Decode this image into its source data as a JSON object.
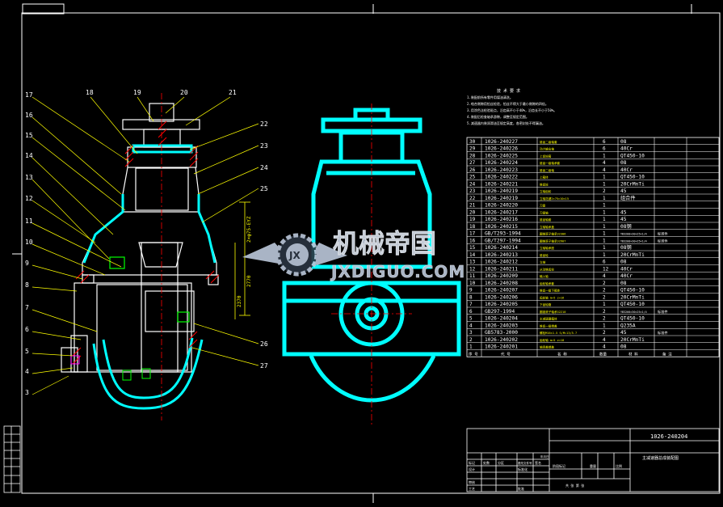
{
  "section_labels": [
    "17",
    "18",
    "19",
    "20",
    "21",
    "16",
    "15",
    "14",
    "13",
    "12",
    "11",
    "10",
    "9",
    "8",
    "7",
    "6",
    "5",
    "4",
    "3",
    "22",
    "23",
    "24",
    "25",
    "26",
    "27"
  ],
  "tech_notes": {
    "title": "技 术 要 求",
    "lines": [
      "1.装配前所有零件用煤油清洗。",
      "2.啮合侧隙用铅丝检验，铅丝不得大于最小侧隙的四倍。",
      "3.用涂色法检验斑点，沿齿高不小于40%，沿齿长不小于50%。",
      "4.装配后检查轴承游隙，调整至规定范围。",
      "5.减速器内装润滑油至规定高度，各密封处不得漏油。"
    ]
  },
  "bom_columns": {
    "no": "序 号",
    "code": "代 号",
    "name": "名 称",
    "qty": "数量",
    "material": "材 料",
    "note": "备 注"
  },
  "bom_rows": [
    {
      "no": "30",
      "code": "1026-240227",
      "name": "锥齿二级轴套",
      "qty": "6",
      "material": "08",
      "note": ""
    },
    {
      "no": "29",
      "code": "1026-240226",
      "name": "动力输出轴",
      "qty": "6",
      "material": "40Cr",
      "note": ""
    },
    {
      "no": "28",
      "code": "1026-240225",
      "name": "上齿轮箱",
      "qty": "1",
      "material": "QT450-10",
      "note": ""
    },
    {
      "no": "27",
      "code": "1026-240224",
      "name": "锥齿一级轴承套",
      "qty": "4",
      "material": "08",
      "note": ""
    },
    {
      "no": "26",
      "code": "1026-240223",
      "name": "锥齿二级轴",
      "qty": "4",
      "material": "40Cr",
      "note": ""
    },
    {
      "no": "25",
      "code": "1026-240222",
      "name": "上箱体",
      "qty": "1",
      "material": "QT450-10",
      "note": ""
    },
    {
      "no": "24",
      "code": "1026-240221",
      "name": "锥齿轮",
      "qty": "1",
      "material": "20CrMnTi",
      "note": ""
    },
    {
      "no": "23",
      "code": "1026-240219",
      "name": "立轴齿轮",
      "qty": "2",
      "material": "45",
      "note": ""
    },
    {
      "no": "22",
      "code": "1026-240219",
      "name": "立轴花键2×75×10×15",
      "qty": "1",
      "material": "组合件",
      "note": ""
    },
    {
      "no": "21",
      "code": "1026-240220",
      "name": "刀盘",
      "qty": "1",
      "material": "",
      "note": ""
    },
    {
      "no": "20",
      "code": "1026-240217",
      "name": "刀盘轴",
      "qty": "1",
      "material": "45",
      "note": ""
    },
    {
      "no": "19",
      "code": "1026-240216",
      "name": "锥齿轴套",
      "qty": "1",
      "material": "45",
      "note": ""
    },
    {
      "no": "18",
      "code": "1026-240215",
      "name": "立轴轴承盖",
      "qty": "1",
      "material": "08钢",
      "note": ""
    },
    {
      "no": "17",
      "code": "GB/T293-1994",
      "name": "圆锥滚子轴承32306",
      "qty": "1",
      "material": "YB3200×30×25×1/4",
      "note": "标准件"
    },
    {
      "no": "16",
      "code": "GB/T297-1994",
      "name": "圆锥滚子轴承32907",
      "qty": "1",
      "material": "YB3200×30×25×1/4",
      "note": "标准件"
    },
    {
      "no": "15",
      "code": "1026-240214",
      "name": "立轴轴承座",
      "qty": "1",
      "material": "08钢",
      "note": ""
    },
    {
      "no": "14",
      "code": "1026-240213",
      "name": "锥齿轮",
      "qty": "1",
      "material": "20CrMnTi",
      "note": ""
    },
    {
      "no": "13",
      "code": "1026-240212",
      "name": "立轴",
      "qty": "6",
      "material": "08",
      "note": ""
    },
    {
      "no": "12",
      "code": "1026-240211",
      "name": "从动锥齿轮",
      "qty": "12",
      "material": "40Cr",
      "note": ""
    },
    {
      "no": "11",
      "code": "1026-240209",
      "name": "输入轴",
      "qty": "4",
      "material": "40Cr",
      "note": ""
    },
    {
      "no": "10",
      "code": "1026-240208",
      "name": "齿轮轴承套",
      "qty": "2",
      "material": "08",
      "note": ""
    },
    {
      "no": "9",
      "code": "1026-240207",
      "name": "锥齿一级下箱体",
      "qty": "2",
      "material": "QT450-10",
      "note": ""
    },
    {
      "no": "8",
      "code": "1026-240206",
      "name": "齿轮轴 m=5 z=16",
      "qty": "2",
      "material": "20CrMnTi",
      "note": ""
    },
    {
      "no": "7",
      "code": "1026-240205",
      "name": "下齿轮箱",
      "qty": "1",
      "material": "QT450-10",
      "note": ""
    },
    {
      "no": "6",
      "code": "GB297-1994",
      "name": "圆锥滚子轴承32210",
      "qty": "2",
      "material": "YB3200×30×25×1/4",
      "note": "标准件"
    },
    {
      "no": "5",
      "code": "1026-240204",
      "name": "主减速器箱体",
      "qty": "2",
      "material": "QT450-10",
      "note": ""
    },
    {
      "no": "4",
      "code": "1026-240203",
      "name": "锥齿一级端盖",
      "qty": "1",
      "material": "Q235A",
      "note": ""
    },
    {
      "no": "3",
      "code": "GB5783-2000",
      "name": "螺栓M16×1.5 S/M=13/5.7",
      "qty": "2",
      "material": "45",
      "note": "标准件"
    },
    {
      "no": "2",
      "code": "1026-240202",
      "name": "齿轮轴 m=5 z=18",
      "qty": "4",
      "material": "20CrMnTi",
      "note": ""
    },
    {
      "no": "1",
      "code": "1026-240201",
      "name": "轴承盖端盖",
      "qty": "4",
      "material": "08",
      "note": ""
    }
  ],
  "title_block": {
    "drawing_no": "1026-240204",
    "drawing_name": "主减速器总成装配图",
    "row_labels": [
      "标记",
      "处数",
      "分区",
      "更改文件号",
      "签名",
      "年月日"
    ],
    "design": "设计",
    "standardize": "标准化",
    "stage": "阶段标记",
    "weight": "重量",
    "scale": "比例",
    "audit": "审核",
    "process": "工艺",
    "approve": "批准",
    "sheets": "共 张 第 张"
  },
  "watermark": {
    "chinese": "机械帝国",
    "url": "JXDIGUO.COM",
    "emblem": "JX"
  },
  "dims": {
    "d1": "2×φ75-EYZ",
    "d2": "2370",
    "d3": "2770"
  },
  "colors": {
    "background": "#000000",
    "line": "#ffffff",
    "accent": "#00ffff",
    "leader": "#ffff00",
    "hatch": "#ff0000",
    "watermark": "#b8c4d6"
  }
}
